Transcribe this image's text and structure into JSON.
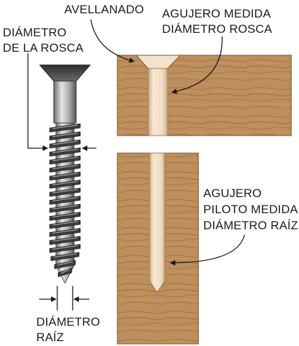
{
  "labels": {
    "avellanado": "AVELLANADO",
    "agujero_rosca_1": "AGUJERO MEDIDA",
    "agujero_rosca_2": "DIÁMETRO ROSCA",
    "diametro_rosca_1": "DIÁMETRO",
    "diametro_rosca_2": "DE LA ROSCA",
    "piloto_1": "AGUJERO",
    "piloto_2": "PILOTO MEDIDA",
    "piloto_3": "DIÁMETRO RAÍZ",
    "diametro_raiz_1": "DIÁMETRO",
    "diametro_raiz_2": "RAÍZ"
  },
  "colors": {
    "wood_base": "#bd8f5c",
    "wood_grain": "#8e6032",
    "hole_fill": "#f0dcc3",
    "screw_dark": "#3c3c3c",
    "screw_light": "#b8b8b8",
    "line": "#1a1a1a"
  }
}
